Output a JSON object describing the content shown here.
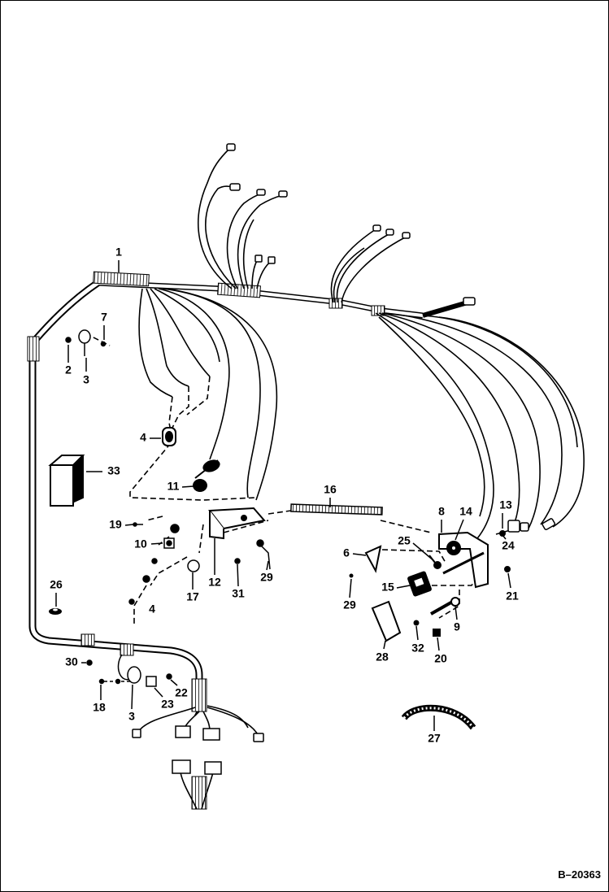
{
  "diagram": {
    "reference_code": "B–20363",
    "parts": [
      {
        "id": "harness",
        "label": "1"
      },
      {
        "id": "bolt-left",
        "label": "2"
      },
      {
        "id": "clamp-upper",
        "label": "3"
      },
      {
        "id": "switch-round",
        "label": "4"
      },
      {
        "id": "bolt-lower-left",
        "label": "4"
      },
      {
        "id": "bracket-6",
        "label": "6"
      },
      {
        "id": "nut-7",
        "label": "7"
      },
      {
        "id": "bracket-8",
        "label": "8"
      },
      {
        "id": "lever-9",
        "label": "9"
      },
      {
        "id": "nut-10",
        "label": "10"
      },
      {
        "id": "connector-11",
        "label": "11"
      },
      {
        "id": "bracket-12",
        "label": "12"
      },
      {
        "id": "screw-13",
        "label": "13"
      },
      {
        "id": "knob-14",
        "label": "14"
      },
      {
        "id": "switch-15",
        "label": "15"
      },
      {
        "id": "tube-16",
        "label": "16"
      },
      {
        "id": "washer-17",
        "label": "17"
      },
      {
        "id": "screw-18",
        "label": "18"
      },
      {
        "id": "screw-19",
        "label": "19"
      },
      {
        "id": "nut-20",
        "label": "20"
      },
      {
        "id": "screw-21",
        "label": "21"
      },
      {
        "id": "nut-22",
        "label": "22"
      },
      {
        "id": "clip-23",
        "label": "23"
      },
      {
        "id": "washer-24",
        "label": "24"
      },
      {
        "id": "screw-25",
        "label": "25"
      },
      {
        "id": "grommet-26",
        "label": "26"
      },
      {
        "id": "hose-27",
        "label": "27"
      },
      {
        "id": "plate-28",
        "label": "28"
      },
      {
        "id": "screw-29-left",
        "label": "29"
      },
      {
        "id": "screw-29-right",
        "label": "29"
      },
      {
        "id": "bolt-30",
        "label": "30"
      },
      {
        "id": "screw-31",
        "label": "31"
      },
      {
        "id": "screw-32",
        "label": "32"
      },
      {
        "id": "relay-33",
        "label": "33"
      },
      {
        "id": "clamp-lower",
        "label": "3"
      }
    ]
  }
}
